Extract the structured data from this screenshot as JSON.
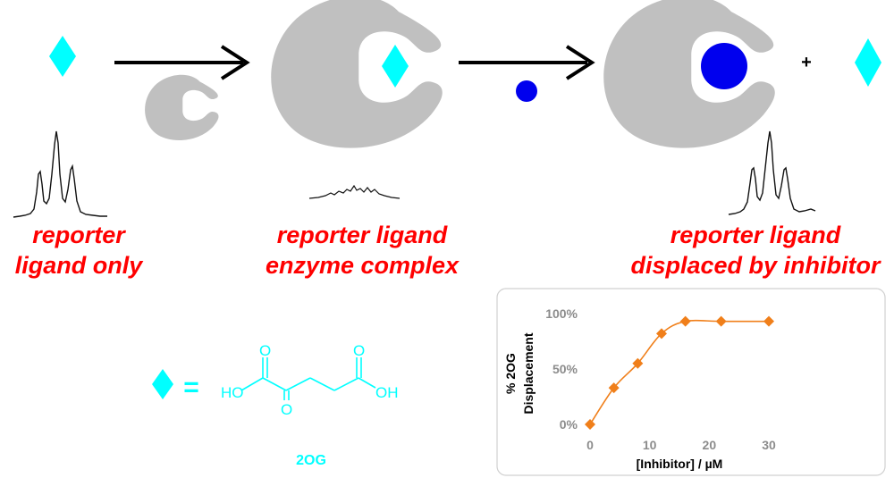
{
  "colors": {
    "ligand": "#00ffff",
    "enzyme": "#c0c0c0",
    "inhibitor": "#0000ee",
    "caption": "#ff0000",
    "chart_series": "#f07f1a",
    "axis_text": "#8c8c8c"
  },
  "panels": {
    "step1_caption": [
      "reporter",
      "ligand only"
    ],
    "step2_caption": [
      "reporter ligand",
      "enzyme complex"
    ],
    "step3_caption": [
      "reporter ligand",
      "displaced by inhibitor"
    ],
    "plus_sign": "+"
  },
  "legend": {
    "equals_sign": "=",
    "molecule_name": "2OG",
    "atom_labels": {
      "ho": "HO",
      "oh": "OH",
      "o_top_left": "O",
      "o_top_right": "O",
      "o_bottom": "O"
    }
  },
  "chart_data": {
    "type": "scatter",
    "xlabel": "[Inhibitor] / µM",
    "ylabel_lines": [
      "% 2OG",
      "Displacement"
    ],
    "xlim": [
      0,
      30
    ],
    "ylim": [
      0,
      100
    ],
    "x_ticks": [
      "0",
      "10",
      "20",
      "30"
    ],
    "y_ticks": [
      "0%",
      "50%",
      "100%"
    ],
    "grid": false,
    "series": [
      {
        "marker": "diamond",
        "x": [
          0,
          4,
          8,
          12,
          16,
          22,
          30
        ],
        "y": [
          0,
          33,
          55,
          82,
          93,
          93,
          93
        ]
      }
    ],
    "fit_curve": true
  }
}
